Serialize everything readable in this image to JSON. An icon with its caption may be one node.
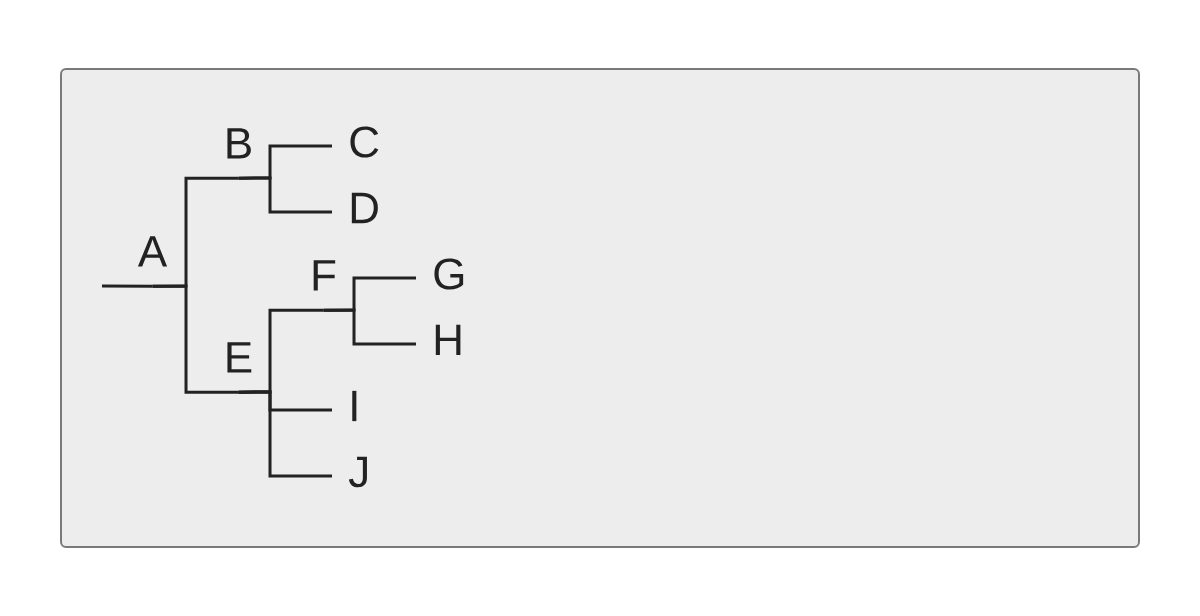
{
  "diagram": {
    "nodes": [
      {
        "text": [
          "A"
        ]
      },
      {
        "text": [
          "B"
        ]
      },
      {
        "text": [
          "C"
        ]
      },
      {
        "text": [
          "D"
        ]
      },
      {
        "text": [
          "E"
        ]
      },
      {
        "text": [
          "F"
        ]
      },
      {
        "text": [
          "G"
        ]
      },
      {
        "text": [
          "H"
        ]
      },
      {
        "text": [
          "I"
        ]
      },
      {
        "text": [
          "J"
        ]
      }
    ],
    "edges": [
      {
        "from": null,
        "to": 0,
        "arrow": "none"
      },
      {
        "from": 0,
        "to": 1,
        "arrow": "none"
      },
      {
        "from": 1,
        "to": 2,
        "arrow": "none"
      },
      {
        "from": 1,
        "to": 3,
        "arrow": "none"
      },
      {
        "from": 0,
        "to": 4,
        "arrow": "none"
      },
      {
        "from": 4,
        "to": 5,
        "arrow": "none"
      },
      {
        "from": 5,
        "to": 6,
        "arrow": "none"
      },
      {
        "from": 5,
        "to": 7,
        "arrow": "none"
      },
      {
        "from": 4,
        "to": 8,
        "arrow": "none"
      },
      {
        "from": 4,
        "to": 9,
        "arrow": "none"
      }
    ]
  }
}
